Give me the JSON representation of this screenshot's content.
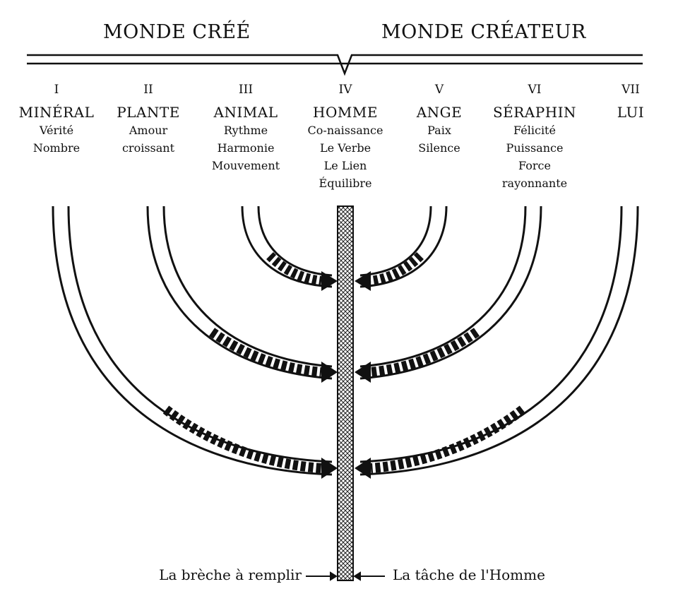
{
  "header": {
    "left_title": "MONDE CRÉÉ",
    "right_title": "MONDE CRÉATEUR"
  },
  "columns": [
    {
      "num": "I",
      "name": "MINÉRAL",
      "lines": [
        "Vérité",
        "Nombre"
      ]
    },
    {
      "num": "II",
      "name": "PLANTE",
      "lines": [
        "Amour",
        "croissant"
      ]
    },
    {
      "num": "III",
      "name": "ANIMAL",
      "lines": [
        "Rythme",
        "Harmonie",
        "Mouvement"
      ]
    },
    {
      "num": "IV",
      "name": "HOMME",
      "lines": [
        "Co-naissance",
        "Le Verbe",
        "Le Lien",
        "Équilibre"
      ]
    },
    {
      "num": "V",
      "name": "ANGE",
      "lines": [
        "Paix",
        "Silence"
      ]
    },
    {
      "num": "VI",
      "name": "SÉRAPHIN",
      "lines": [
        "Félicité",
        "Puissance",
        "Force",
        "rayonnante"
      ]
    },
    {
      "num": "VII",
      "name": "LUI",
      "lines": []
    }
  ],
  "footer": {
    "left_label": "La brèche à remplir",
    "right_label": "La tâche de l'Homme"
  }
}
